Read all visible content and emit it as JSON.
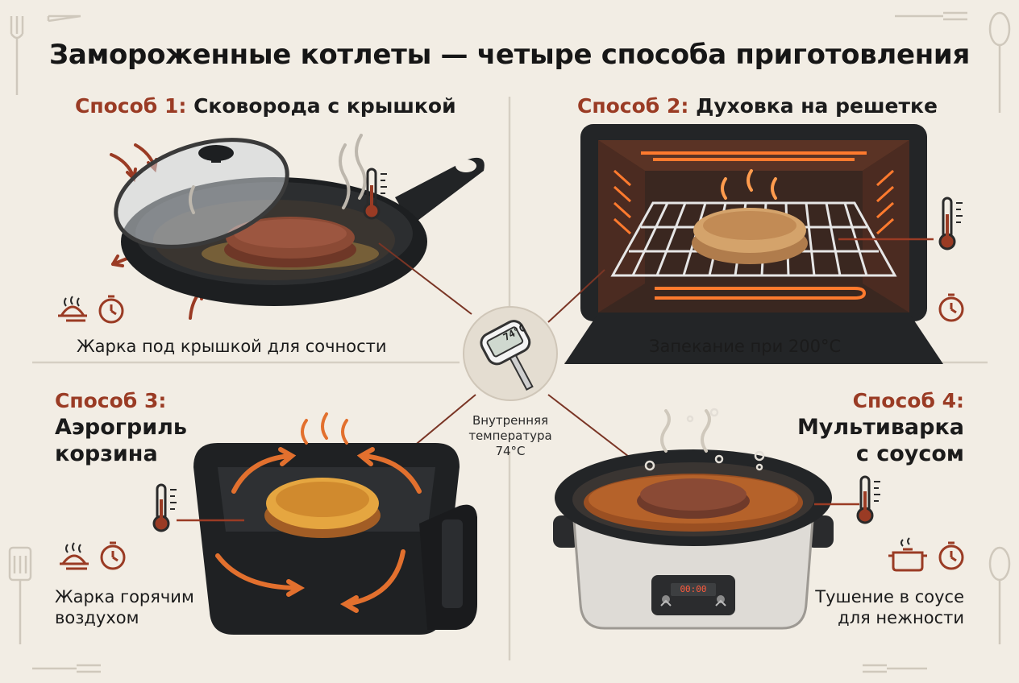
{
  "title": "Замороженные котлеты — четыре способа приготовления",
  "methods": [
    {
      "number": "Способ 1:",
      "name": "Сковорода с крышкой",
      "caption": "Жарка под крышкой для сочности"
    },
    {
      "number": "Способ 2:",
      "name": "Духовка на решетке",
      "caption": "Запекание при 200°C"
    },
    {
      "number": "Способ 3:",
      "name_line1": "Аэрогриль",
      "name_line2": "корзина",
      "caption_line1": "Жарка горячим",
      "caption_line2": "воздухом"
    },
    {
      "number": "Способ 4:",
      "name_line1": "Мультиварка",
      "name_line2": "с соусом",
      "caption_line1": "Тушение в соусе",
      "caption_line2": "для нежности"
    }
  ],
  "thermometer": {
    "display": "74°C",
    "label_line1": "Внутренняя",
    "label_line2": "температура",
    "label_line3": "74°C"
  },
  "multicooker_panel": {
    "display": "00:00"
  },
  "colors": {
    "background": "#f2ede4",
    "accent_red": "#9a3b24",
    "dark_cookware": "#222426",
    "patty": "#8b4a35",
    "oven_glow": "#ff7a2e"
  },
  "icons": [
    "fork-icon",
    "spoon-icon",
    "spatula-icon",
    "thermometer-icon",
    "timer-icon",
    "covered-plate-icon",
    "pot-icon",
    "steam-icon",
    "arrow-icon"
  ]
}
